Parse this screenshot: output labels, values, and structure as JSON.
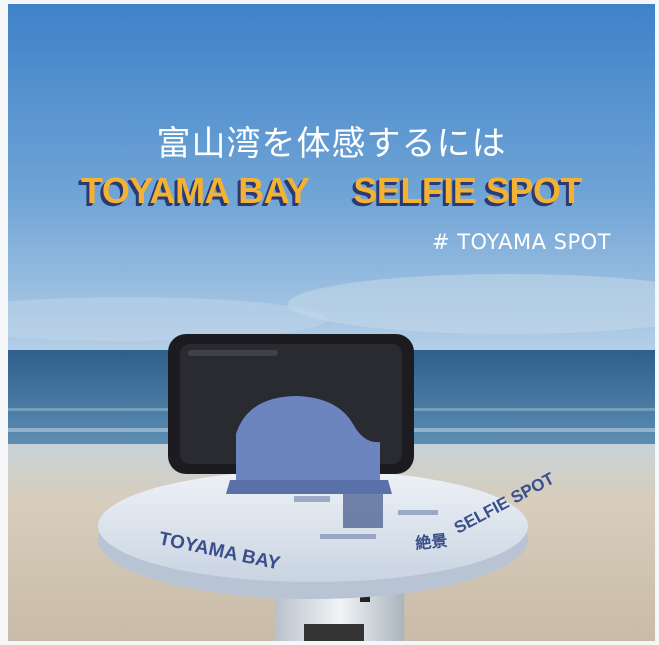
{
  "headline": "富山湾を体感するには",
  "banner": {
    "part1": "TOYAMA BAY",
    "part2": "SELFIE SPOT"
  },
  "hashtag": "# TOYAMA SPOT",
  "stand": {
    "plate_text": "TOYAMA BAY",
    "plate_badge": "絶景",
    "plate_text_2": "SELFIE SPOT"
  },
  "colors": {
    "sky_top": "#3f82c8",
    "sky_bottom": "#a9c6e2",
    "sea": "#3d6f98",
    "sand": "#d3c7b6",
    "banner_fill": "#f3b233",
    "banner_shadow": "#2c3a73",
    "plate": "#e6ecf3",
    "holder": "#6d85bf"
  }
}
